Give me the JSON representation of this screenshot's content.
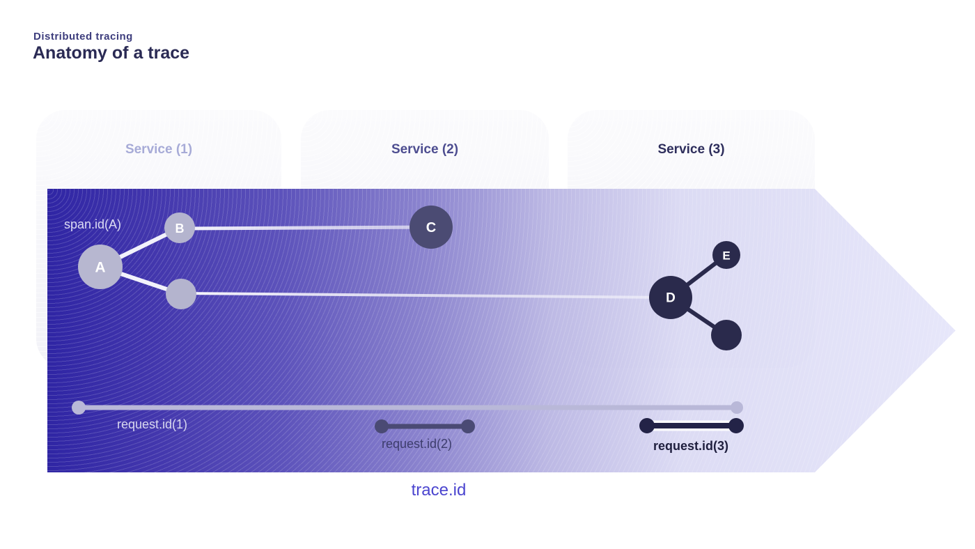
{
  "header": {
    "eyebrow": "Distributed tracing",
    "title": "Anatomy of a trace"
  },
  "services": [
    {
      "label": "Service (1)"
    },
    {
      "label": "Service (2)"
    },
    {
      "label": "Service (3)"
    }
  ],
  "diagram": {
    "span_label": "span.id(A)",
    "trace_label": "trace.id",
    "requests": [
      {
        "label": "request.id(1)"
      },
      {
        "label": "request.id(2)"
      },
      {
        "label": "request.id(3)"
      }
    ],
    "nodes": {
      "A": {
        "label": "A"
      },
      "B": {
        "label": "B"
      },
      "B2": {
        "label": ""
      },
      "C": {
        "label": "C"
      },
      "D": {
        "label": "D"
      },
      "E": {
        "label": "E"
      },
      "D2": {
        "label": ""
      }
    }
  },
  "colors": {
    "band_start": "#2f25a4",
    "band_end": "#e3e3f9",
    "node_light": "#b7b7d0",
    "node_mid": "#4b4b73",
    "node_dark": "#2a2a4c",
    "request1": "#b9b8d8",
    "request2": "#4a4a74",
    "request3": "#232347",
    "trace_text": "#4b45cf"
  }
}
